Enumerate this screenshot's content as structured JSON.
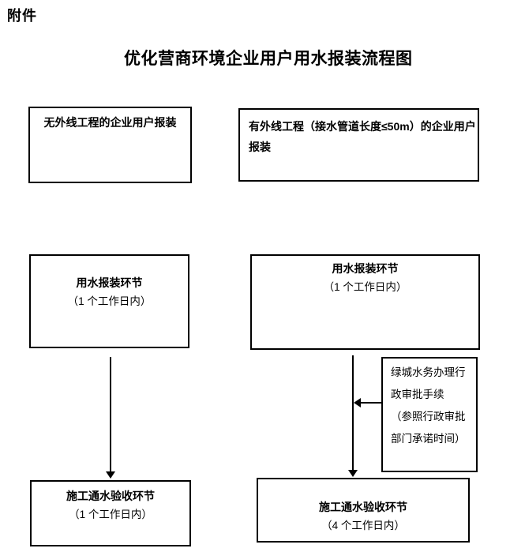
{
  "page": {
    "attachment_label": "附件",
    "title": "优化营商环境企业用户用水报装流程图"
  },
  "flowchart": {
    "left_column": {
      "start_box": {
        "text": "无外线工程的企业用户报装"
      },
      "report_box": {
        "title": "用水报装环节",
        "duration": "（1 个工作日内）"
      },
      "acceptance_box": {
        "title": "施工通水验收环节",
        "duration": "（1 个工作日内）"
      }
    },
    "right_column": {
      "start_box": {
        "lines": [
          "有外线工程（接水管道长度≤50m）的企业用户",
          "报装"
        ]
      },
      "report_box": {
        "title": "用水报装环节",
        "duration": "（1 个工作日内）"
      },
      "approval_note_box": {
        "lines": [
          "绿城水务办理行",
          "政审批手续",
          "（参照行政审批",
          "部门承诺时间）"
        ]
      },
      "acceptance_box": {
        "title": "施工通水验收环节",
        "duration": "（4 个工作日内）"
      }
    }
  }
}
